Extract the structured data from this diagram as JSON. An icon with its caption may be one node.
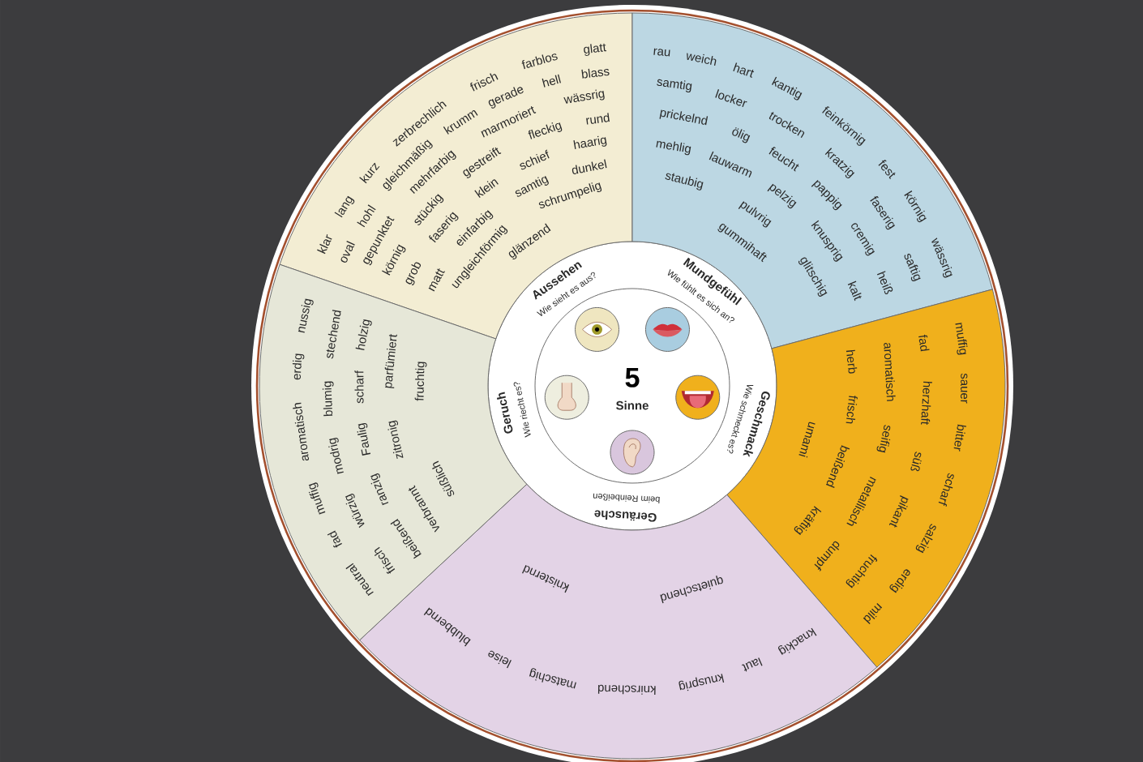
{
  "diagram": {
    "nodes": [
      {
        "text": [
          "5",
          "Sinne"
        ]
      },
      {
        "text": [],
        "shape": "picture",
        "in": 0
      },
      {
        "text": [],
        "shape": "picture",
        "in": 0
      },
      {
        "text": [],
        "shape": "picture",
        "in": 0
      },
      {
        "text": [],
        "shape": "picture",
        "in": 0
      },
      {
        "text": [],
        "shape": "picture",
        "in": 0
      },
      {
        "text": [
          "Aussehen",
          "Wie sieht es aus?",
          "klar",
          "lang",
          "kurz",
          "zerbrechlich",
          "frisch",
          "farblos",
          "glatt",
          "oval",
          "hohl",
          "gleichmäßig",
          "krumm",
          "gerade",
          "hell",
          "blass",
          "gepunktet",
          "mehrfarbig",
          "marmoriert",
          "wässrig",
          "körnig",
          "stückig",
          "gestreift",
          "fleckig",
          "rund",
          "grob",
          "faserig",
          "klein",
          "schief",
          "haarig",
          "matt",
          "einfarbig",
          "samtig",
          "dunkel",
          "ungleichförmig",
          "schrumpelig",
          "glänzend"
        ]
      },
      {
        "text": [
          "Mundgefühl",
          "Wie fühlt es sich an?",
          "rau",
          "weich",
          "hart",
          "kantig",
          "feinkörnig",
          "fest",
          "körnig",
          "wässrig",
          "samtig",
          "locker",
          "trocken",
          "kratzig",
          "faserig",
          "saftig",
          "prickelnd",
          "ölig",
          "feucht",
          "pappig",
          "cremig",
          "heiß",
          "mehlig",
          "lauwarm",
          "pelzig",
          "knusprig",
          "kalt",
          "staubig",
          "pulvrig",
          "glitschig",
          "gummihaft"
        ]
      },
      {
        "text": [
          "Geschmack",
          "Wie schmeckt es?",
          "muffig",
          "sauer",
          "bitter",
          "scharf",
          "salzig",
          "erdig",
          "mild",
          "fad",
          "herzhaft",
          "süß",
          "pikant",
          "fruchtig",
          "aromatisch",
          "seifig",
          "metallisch",
          "dumpf",
          "herb",
          "frisch",
          "beißend",
          "kräftig",
          "umami"
        ]
      },
      {
        "text": [
          "Geräusche",
          "beim Reinbeißen",
          "knackig",
          "laut",
          "knusprig",
          "knirschend",
          "matschig",
          "leise",
          "blubbernd",
          "quietschend",
          "knisternd"
        ]
      },
      {
        "text": [
          "Geruch",
          "Wie riecht es?",
          "neutral",
          "fad",
          "muffig",
          "aromatisch",
          "erdig",
          "nussig",
          "frisch",
          "würzig",
          "modrig",
          "blumig",
          "stechend",
          "beißend",
          "ranzig",
          "Faulig",
          "scharf",
          "holzig",
          "verbrannt",
          "zitronig",
          "parfümiert",
          "süßlich",
          "fruchtig"
        ]
      }
    ]
  }
}
